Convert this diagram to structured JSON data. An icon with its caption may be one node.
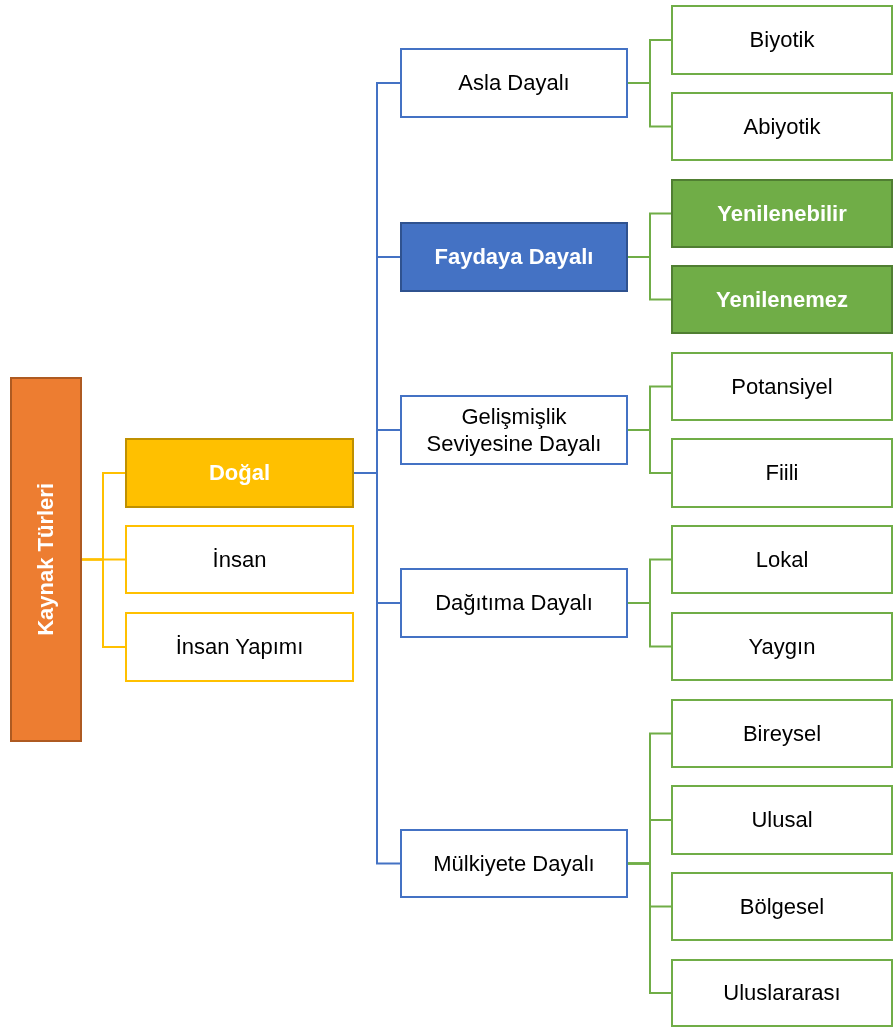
{
  "diagram": {
    "nodes": [
      {
        "text": [
          "Kaynak Türleri"
        ]
      },
      {
        "text": [
          "Doğal"
        ]
      },
      {
        "text": [
          "İnsan"
        ]
      },
      {
        "text": [
          "İnsan Yapımı"
        ]
      },
      {
        "text": [
          "Asla Dayalı"
        ]
      },
      {
        "text": [
          "Biyotik"
        ]
      },
      {
        "text": [
          "Abiyotik"
        ]
      },
      {
        "text": [
          "Faydaya Dayalı"
        ]
      },
      {
        "text": [
          "Yenilenebilir"
        ]
      },
      {
        "text": [
          "Yenilenemez"
        ]
      },
      {
        "text": [
          "Gelişmişlik Seviyesine Dayalı"
        ]
      },
      {
        "text": [
          "Potansiyel"
        ]
      },
      {
        "text": [
          "Fiili"
        ]
      },
      {
        "text": [
          "Dağıtıma Dayalı"
        ]
      },
      {
        "text": [
          "Lokal"
        ]
      },
      {
        "text": [
          "Yaygın"
        ]
      },
      {
        "text": [
          "Mülkiyete Dayalı"
        ]
      },
      {
        "text": [
          "Bireysel"
        ]
      },
      {
        "text": [
          "Ulusal"
        ]
      },
      {
        "text": [
          "Bölgesel"
        ]
      },
      {
        "text": [
          "Uluslararası"
        ]
      }
    ],
    "edges": [
      {
        "from": 0,
        "to": 1,
        "arrow": "none",
        "color": "#ffc000"
      },
      {
        "from": 0,
        "to": 2,
        "arrow": "none",
        "color": "#ffc000"
      },
      {
        "from": 0,
        "to": 3,
        "arrow": "none",
        "color": "#ffc000"
      },
      {
        "from": 1,
        "to": 4,
        "arrow": "none",
        "color": "#4472c4"
      },
      {
        "from": 1,
        "to": 7,
        "arrow": "none",
        "color": "#4472c4"
      },
      {
        "from": 1,
        "to": 10,
        "arrow": "none",
        "color": "#4472c4"
      },
      {
        "from": 1,
        "to": 13,
        "arrow": "none",
        "color": "#4472c4"
      },
      {
        "from": 1,
        "to": 16,
        "arrow": "none",
        "color": "#4472c4"
      },
      {
        "from": 4,
        "to": 5,
        "arrow": "none"
      },
      {
        "from": 4,
        "to": 6,
        "arrow": "none"
      },
      {
        "from": 7,
        "to": 8,
        "arrow": "none"
      },
      {
        "from": 7,
        "to": 9,
        "arrow": "none"
      },
      {
        "from": 10,
        "to": 11,
        "arrow": "none"
      },
      {
        "from": 10,
        "to": 12,
        "arrow": "none"
      },
      {
        "from": 13,
        "to": 14,
        "arrow": "none"
      },
      {
        "from": 13,
        "to": 15,
        "arrow": "none"
      },
      {
        "from": 16,
        "to": 17,
        "arrow": "none"
      },
      {
        "from": 16,
        "to": 18,
        "arrow": "none"
      },
      {
        "from": 16,
        "to": 19,
        "arrow": "none"
      },
      {
        "from": 16,
        "to": 20,
        "arrow": "none"
      }
    ]
  }
}
